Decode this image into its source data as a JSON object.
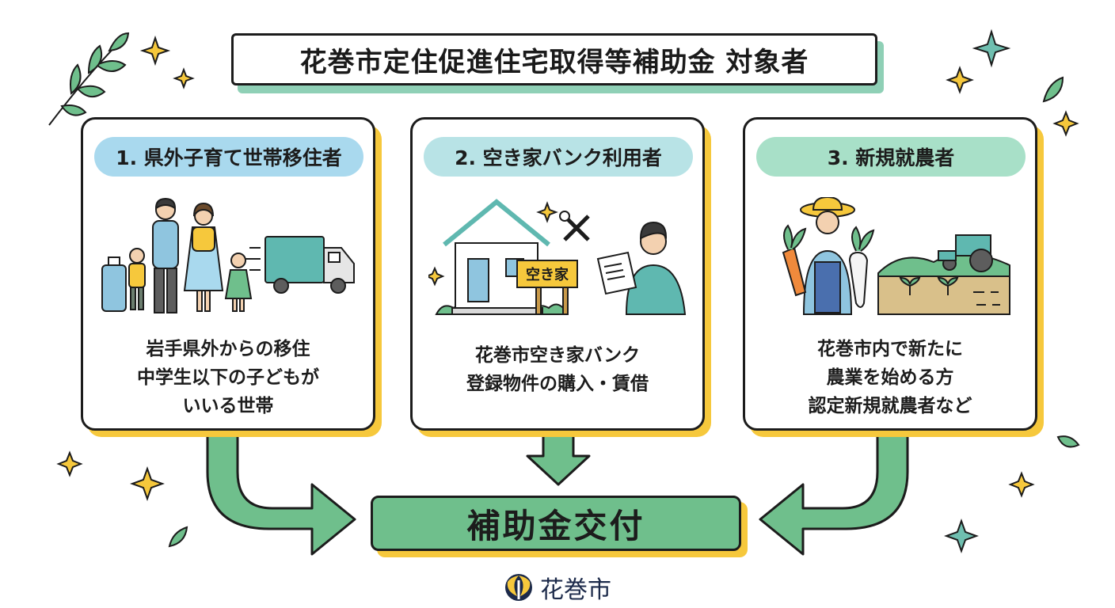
{
  "title": "花巻市定住促進住宅取得等補助金 対象者",
  "categories": [
    {
      "label": "1. 県外子育て世帯移住者",
      "lines": [
        "岩手県外からの移住",
        "中学生以下の子どもが",
        "いいる世帯"
      ],
      "pill_color": "#a9d9ee"
    },
    {
      "label": "2. 空き家バンク利用者",
      "sign": "空き家",
      "lines": [
        "花巻市空き家バンク",
        "登録物件の購入・賃借"
      ],
      "pill_color": "#b8e3e6"
    },
    {
      "label": "3. 新規就農者",
      "lines": [
        "花巻市内で新たに",
        "農業を始める方",
        "認定新規就農者など"
      ],
      "pill_color": "#a8e0c8"
    }
  ],
  "result": "補助金交付",
  "logo_text": "花巻市",
  "colors": {
    "accent_green": "#6fbf8c",
    "accent_yellow": "#f6c83c",
    "title_shadow": "#8fd0b6",
    "navy": "#1c2a4a"
  }
}
